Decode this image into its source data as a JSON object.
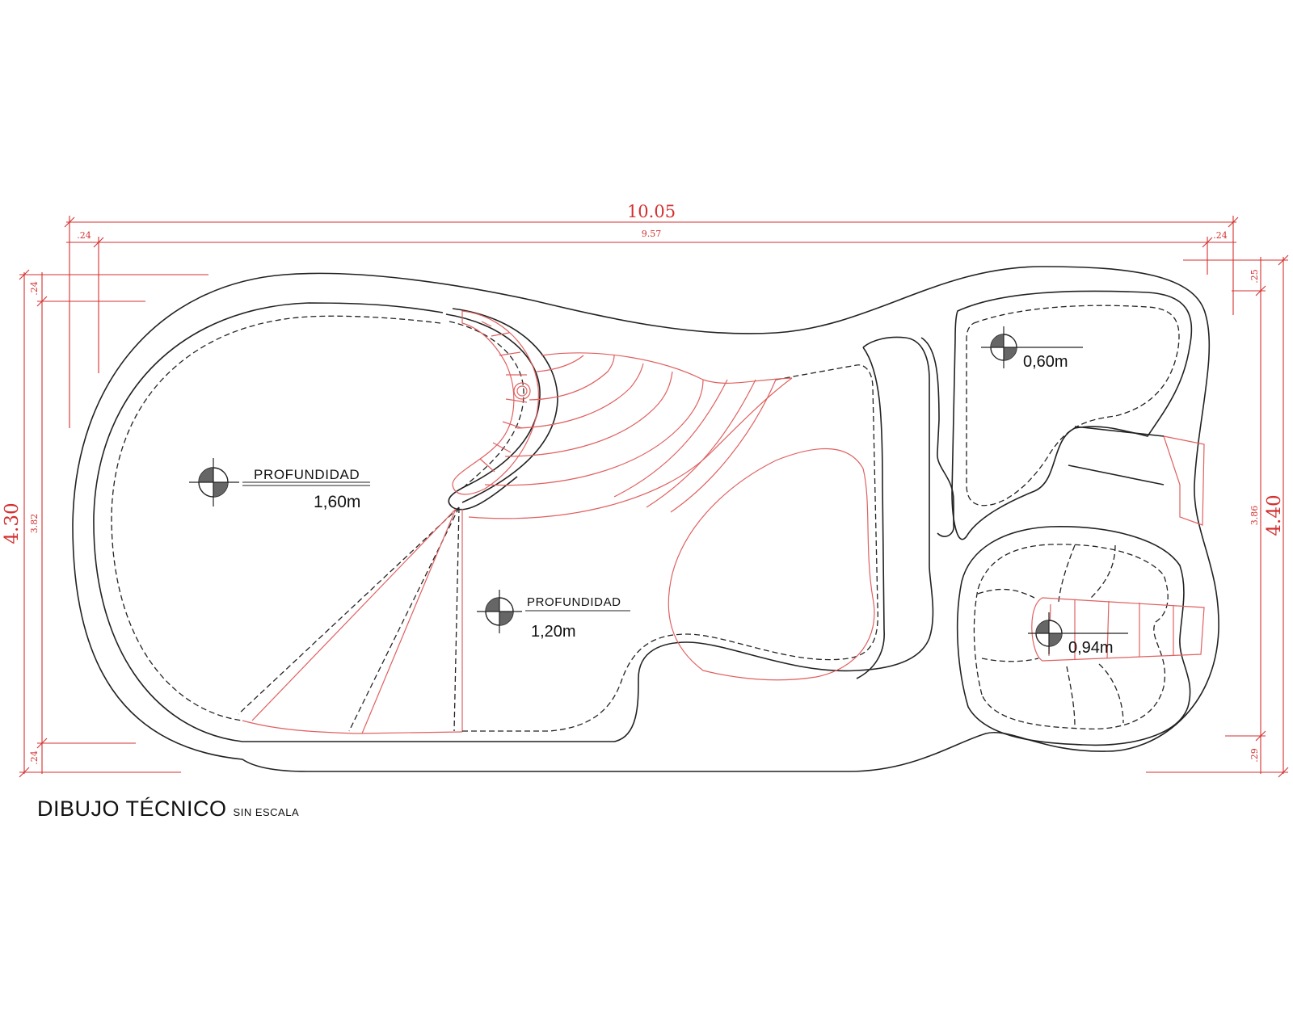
{
  "dimensions": {
    "total_length": "10.05",
    "inner_length": "9.57",
    "left_offset": ".24",
    "right_offset": ".24",
    "left_height_total": "4.30",
    "left_height_inner": "3.82",
    "left_top_offset": ".24",
    "left_bottom_offset": ".24",
    "right_height_total": "4.40",
    "right_height_inner": "3.86",
    "right_top_offset": ".25",
    "right_bottom_offset": ".29"
  },
  "depths": [
    {
      "title": "PROFUNDIDAD",
      "value": "1,60m"
    },
    {
      "title": "PROFUNDIDAD",
      "value": "1,20m"
    },
    {
      "title": "",
      "value": "0,60m"
    },
    {
      "title": "",
      "value": "0,94m"
    }
  ],
  "footer": {
    "title": "DIBUJO TÉCNICO",
    "subtitle": "SIN ESCALA"
  },
  "colors": {
    "outline": "#222222",
    "dimension": "#d42f2f",
    "steps": "#e06060"
  }
}
